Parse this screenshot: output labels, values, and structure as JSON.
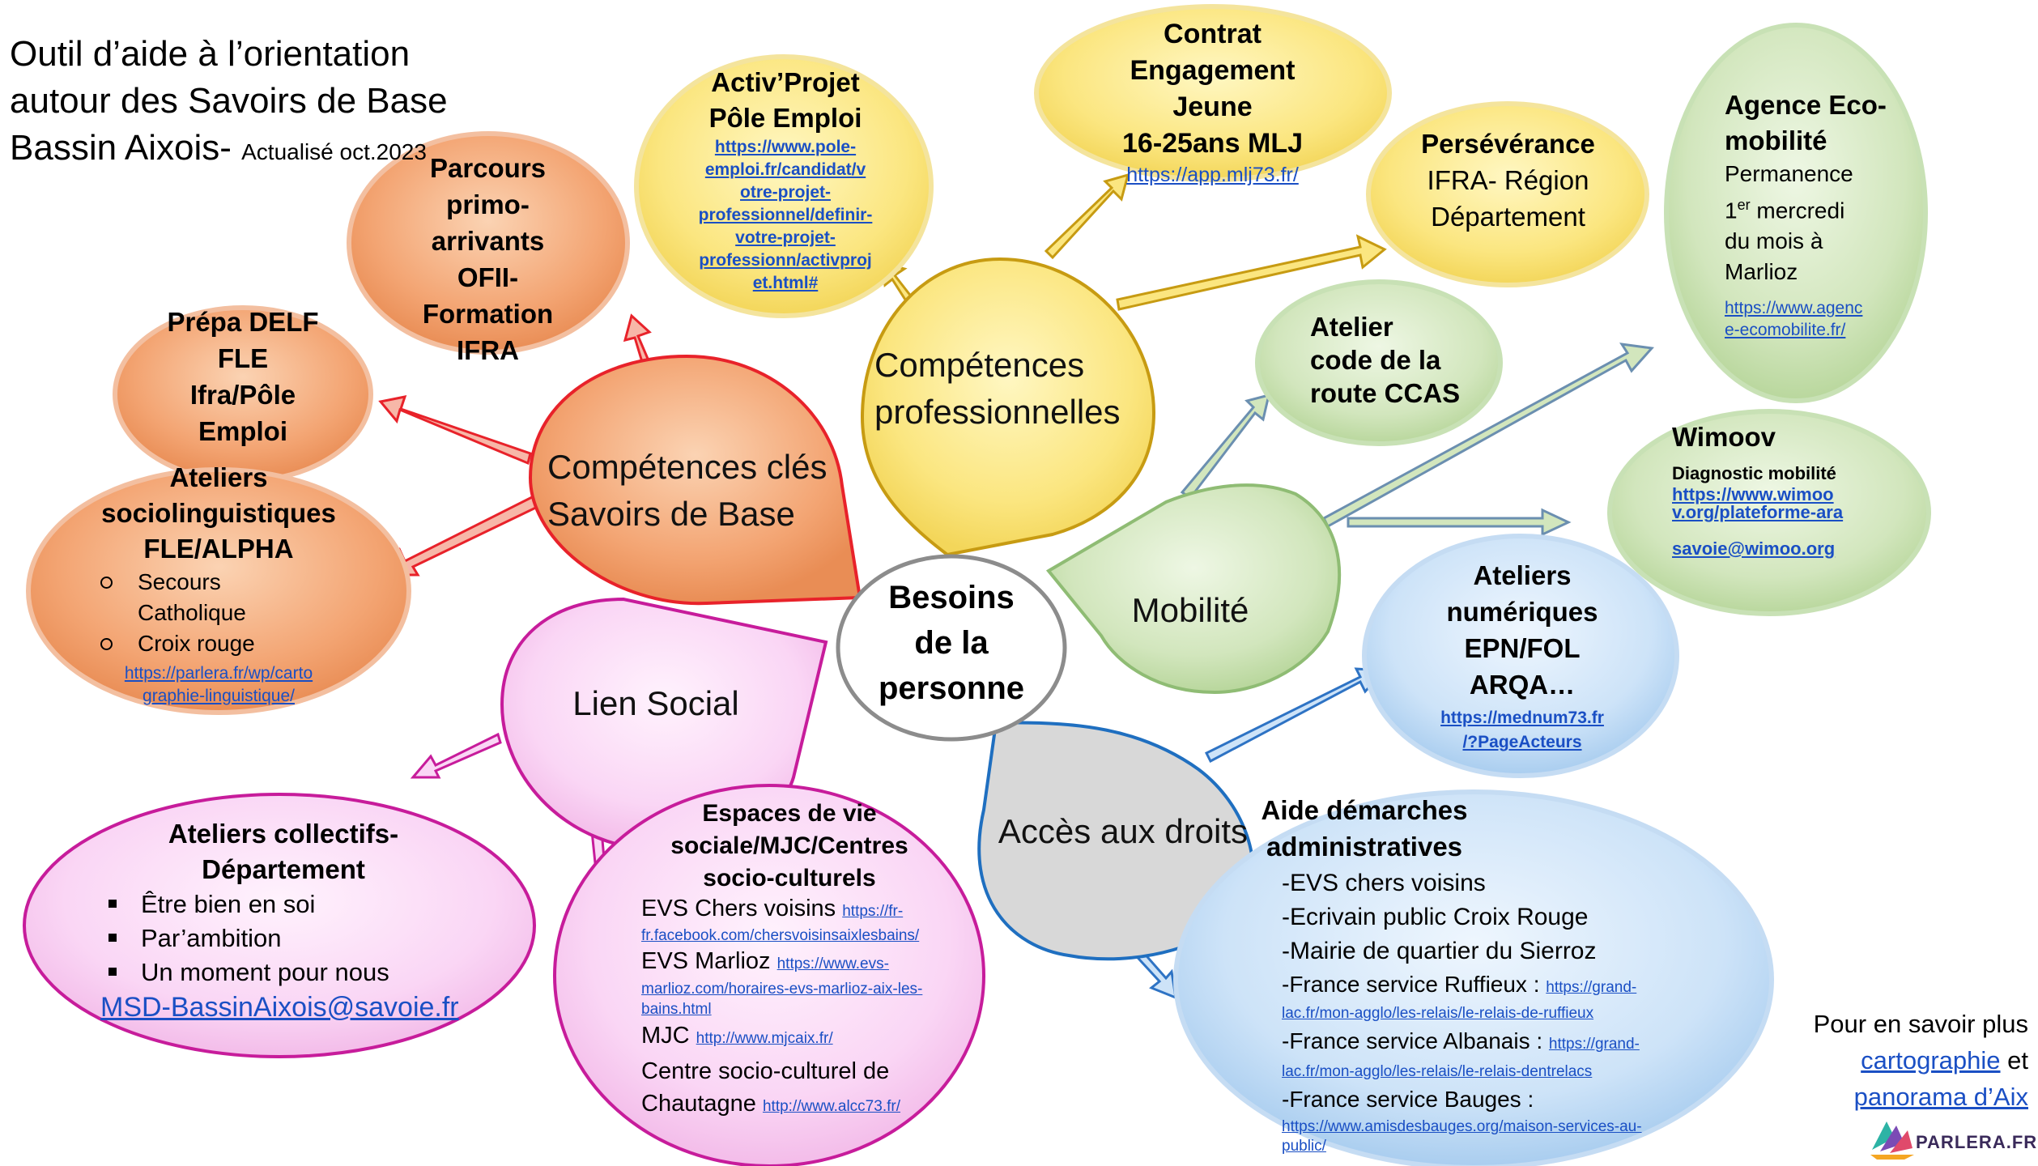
{
  "title": {
    "line1": "Outil d’aide à l’orientation",
    "line2": "autour des Savoirs de Base",
    "line3": "Bassin Aixois-",
    "update": "Actualisé oct.2023"
  },
  "center": {
    "label": [
      "Besoins",
      "de la",
      "personne"
    ]
  },
  "categories": {
    "competences_cles": [
      "Compétences clés",
      "Savoirs de Base"
    ],
    "competences_pro": [
      "Compétences",
      "professionnelles"
    ],
    "mobilite": "Mobilité",
    "lien_social": "Lien Social",
    "acces_droits": "Accès aux droits"
  },
  "nodes": {
    "prepa_delf": {
      "lines": [
        "Prépa DELF",
        "FLE",
        "Ifra/Pôle",
        "Emploi"
      ]
    },
    "parcours": {
      "lines": [
        "Parcours",
        "primo-",
        "arrivants",
        "OFII-",
        "Formation",
        "IFRA"
      ]
    },
    "ateliers_socio": {
      "title": [
        "Ateliers",
        "sociolinguistiques",
        "FLE/ALPHA"
      ],
      "items": [
        "Secours Catholique",
        "Croix rouge"
      ],
      "link": [
        "https://parlera.fr/wp/carto",
        "graphie-linguistique/"
      ]
    },
    "activprojet": {
      "title": [
        "Activ’Projet",
        "Pôle Emploi"
      ],
      "link": [
        "https://www.pole-",
        "emploi.fr/candidat/v",
        "otre-projet-",
        "professionnel/definir-",
        "votre-projet-",
        "professionn/activproj",
        "et.html#"
      ]
    },
    "contrat": {
      "lines": [
        "Contrat",
        "Engagement",
        "Jeune",
        "16-25ans MLJ"
      ],
      "link": "https://app.mlj73.fr/"
    },
    "perseverance": {
      "title": "Persévérance",
      "lines": [
        "IFRA- Région",
        "Département"
      ]
    },
    "agence_eco": {
      "title": [
        "Agence Eco-",
        "mobilité"
      ],
      "lines": [
        "Permanence",
        "du mois à",
        "Marlioz"
      ],
      "first": "1",
      "sup": "er",
      "first_rest": " mercredi",
      "link": [
        "https://www.agenc",
        "e-ecomobilite.fr/"
      ]
    },
    "atelier_code": {
      "lines": [
        "Atelier",
        "code de la",
        "route CCAS"
      ]
    },
    "wimoov": {
      "title": "Wimoov",
      "sub": "Diagnostic mobilité",
      "link": [
        "https://www.wimoo",
        "v.org/plateforme-ara"
      ],
      "email": "savoie@wimoo.org"
    },
    "ateliers_num": {
      "lines": [
        "Ateliers",
        "numériques",
        "EPN/FOL",
        "ARQA…"
      ],
      "link": [
        "https://mednum73.fr",
        "/?PageActeurs"
      ]
    },
    "ateliers_coll": {
      "title": [
        "Ateliers collectifs-",
        "Département"
      ],
      "items": [
        "Être bien en soi",
        "Par’ambition",
        "Un moment pour nous"
      ],
      "email": "MSD-BassinAixois@savoie.fr"
    },
    "espaces": {
      "title": [
        "Espaces de vie",
        "sociale/MJC/Centres",
        "socio-culturels"
      ],
      "evs1": "EVS Chers voisins",
      "evs1_link": [
        "https://fr-",
        "fr.facebook.com/chersvoisinsaixlesbains/"
      ],
      "evs2": "EVS Marlioz",
      "evs2_link": [
        "https://www.evs-",
        "marlioz.com/horaires-evs-marlioz-aix-les-",
        "bains.html"
      ],
      "mjc": "MJC",
      "mjc_link": "http://www.mjcaix.fr/",
      "centre": [
        "Centre socio-culturel de",
        "Chautagne"
      ],
      "centre_link": "http://www.alcc73.fr/"
    },
    "aide": {
      "title": [
        "Aide démarches",
        "administratives"
      ],
      "l1": "-EVS chers voisins",
      "l2": "-Ecrivain public Croix Rouge",
      "l3": "-Mairie de quartier du Sierroz",
      "l4": "-France service Ruffieux :",
      "l4_link": [
        "https://grand-",
        "lac.fr/mon-agglo/les-relais/le-relais-de-ruffieux"
      ],
      "l5": "-France service Albanais :",
      "l5_link": [
        "https://grand-",
        "lac.fr/mon-agglo/les-relais/le-relais-dentrelacs"
      ],
      "l6": "-France service Bauges :",
      "l6_link": [
        "https://www.amisdesbauges.org/maison-services-au-",
        "public/"
      ]
    }
  },
  "footer": {
    "line1": "Pour en savoir plus",
    "carto": "cartographie",
    "et": "et",
    "panorama": "panorama d’Aix",
    "logo": "PARLERA.FR"
  },
  "colors": {
    "orange": "#f3a472",
    "red": "#e8222a",
    "yellow": "#fbe680",
    "gold": "#c79b12",
    "green": "#d2e6bd",
    "green_border": "#8fbc74",
    "pink": "#fad6f5",
    "magenta": "#c71c9b",
    "blue": "#cde3f8",
    "blue_border": "#2e73c4",
    "grey": "#d8d8d8",
    "link": "#1a4fc4"
  }
}
